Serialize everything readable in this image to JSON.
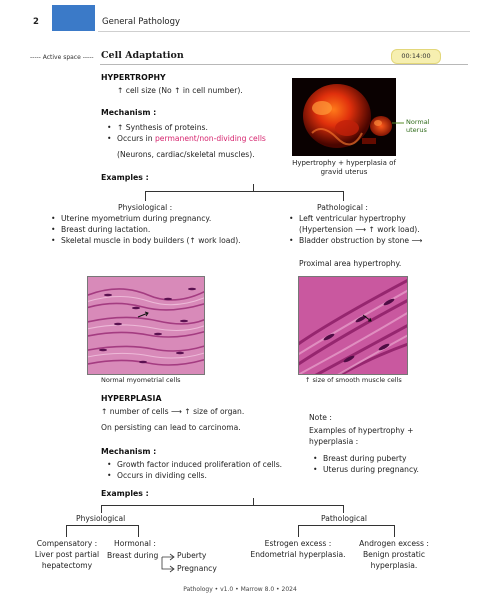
{
  "header": {
    "page_number": "2",
    "title": "General Pathology"
  },
  "active_space": "----- Active space -----",
  "section_title": "Cell Adaptation",
  "timer": "00:14:00",
  "hypertrophy": {
    "heading": "HYPERTROPHY",
    "definition": "↑ cell size (No ↑ in cell number).",
    "mechanism_heading": "Mechanism :",
    "mechanism_1": "↑ Synthesis of proteins.",
    "mechanism_2_prefix": "Occurs in ",
    "mechanism_2_highlight": "permanent/non-dividing cells",
    "mechanism_2_detail": "(Neurons, cardiac/skeletal muscles).",
    "photo_caption_line1": "Hypertrophy + hyperplasia of",
    "photo_caption_line2": "gravid uterus",
    "normal_label_line1": "Normal",
    "normal_label_line2": "uterus",
    "examples_heading": "Examples :",
    "physiological_heading": "Physiological :",
    "physiological_items": [
      "Uterine myometrium during pregnancy.",
      "Breast during lactation.",
      "Skeletal muscle in body builders (↑ work load)."
    ],
    "pathological_heading": "Pathological :",
    "pathological_item_1_line1": "Left ventricular hypertrophy",
    "pathological_item_1_line2": "(Hypertension ⟶ ↑ work load).",
    "pathological_item_2_line1": "Bladder obstruction by stone ⟶",
    "pathological_item_2_line2": "Proximal area hypertrophy.",
    "micro_left_caption": "Normal myometrial cells",
    "micro_right_caption": "↑ size of smooth muscle cells"
  },
  "hyperplasia": {
    "heading": "HYPERPLASIA",
    "definition": "↑ number of cells ⟶ ↑ size of organ.",
    "persisting": "On persisting can lead to carcinoma.",
    "note_heading": "Note :",
    "note_line1": "Examples of hypertrophy +",
    "note_line2": "hyperplasia :",
    "note_items": [
      "Breast during puberty",
      "Uterus during pregnancy."
    ],
    "mechanism_heading": "Mechanism :",
    "mechanism_items": [
      "Growth factor induced proliferation of cells.",
      "Occurs in dividing cells."
    ],
    "examples_heading": "Examples :",
    "physiological_heading": "Physiological",
    "compensatory_line1": "Compensatory :",
    "compensatory_line2": "Liver post partial",
    "compensatory_line3": "hepatectomy",
    "hormonal_line1": "Hormonal :",
    "hormonal_line2": "Breast during",
    "hormonal_puberty": "Puberty",
    "hormonal_pregnancy": "Pregnancy",
    "pathological_heading": "Pathological",
    "estrogen_line1": "Estrogen excess :",
    "estrogen_line2": "Endometrial hyperplasia.",
    "androgen_line1": "Androgen excess :",
    "androgen_line2": "Benign prostatic",
    "androgen_line3": "hyperplasia."
  },
  "footer": "Pathology • v1.0 • Marrow 8.0 • 2024",
  "colors": {
    "tab_blue": "#3b7ac8",
    "highlight_pink": "#d6246e",
    "timer_bg": "#f6efb0"
  }
}
